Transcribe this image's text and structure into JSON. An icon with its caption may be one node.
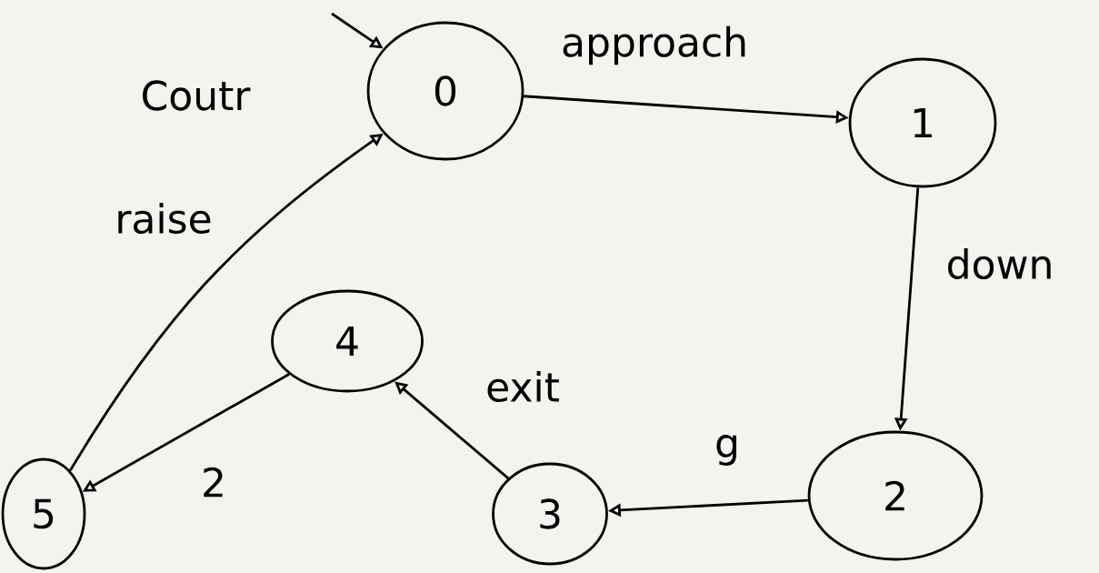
{
  "diagram": {
    "nodes": [
      {
        "text": [
          "0"
        ]
      },
      {
        "text": [
          "1"
        ]
      },
      {
        "text": [
          "2"
        ]
      },
      {
        "text": [
          "3"
        ]
      },
      {
        "text": [
          "4"
        ]
      },
      {
        "text": [
          "5"
        ]
      }
    ],
    "edges": [
      {
        "from": null,
        "to": 0,
        "arrow": "to"
      },
      {
        "from": 0,
        "to": 1,
        "arrow": "to",
        "label": "approach"
      },
      {
        "from": 1,
        "to": 2,
        "arrow": "to",
        "label": "down"
      },
      {
        "from": 2,
        "to": 3,
        "arrow": "to",
        "label": "g"
      },
      {
        "from": 3,
        "to": 4,
        "arrow": "to",
        "label": "exit"
      },
      {
        "from": 4,
        "to": 5,
        "arrow": "to",
        "label": "2"
      },
      {
        "from": 5,
        "to": 0,
        "arrow": "to",
        "label": "raise"
      }
    ],
    "labels": [
      "Coutr"
    ]
  }
}
